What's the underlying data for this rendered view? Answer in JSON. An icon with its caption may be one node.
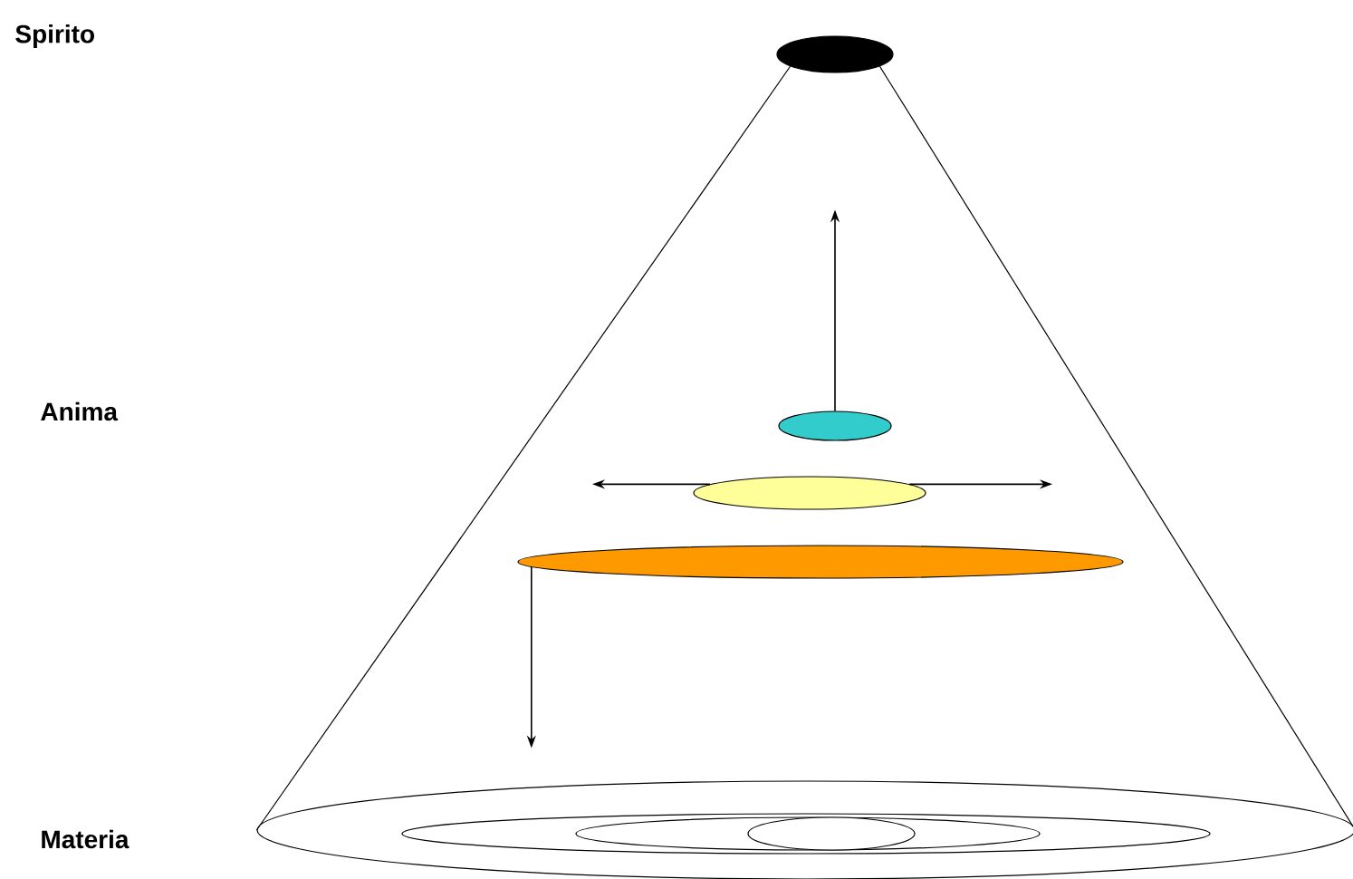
{
  "diagram": {
    "nodes": [
      {
        "text": [],
        "shape": "ellipse"
      },
      {
        "text": [],
        "shape": "ellipse"
      },
      {
        "text": [],
        "shape": "ellipse"
      },
      {
        "text": [],
        "shape": "ellipse"
      },
      {
        "text": [],
        "shape": "ellipse"
      },
      {
        "text": [],
        "shape": "ellipse",
        "in": 4
      },
      {
        "text": [],
        "shape": "ellipse",
        "in": 5
      },
      {
        "text": [],
        "shape": "ellipse",
        "in": 6
      }
    ],
    "edges": [
      {
        "from": 1,
        "to": null,
        "arrow": "to"
      },
      {
        "from": 2,
        "to": null,
        "arrow": "to"
      },
      {
        "from": 2,
        "to": null,
        "arrow": "to"
      },
      {
        "from": 3,
        "to": null,
        "arrow": "to"
      },
      {
        "from": 0,
        "to": 4,
        "arrow": "none"
      },
      {
        "from": 0,
        "to": 4,
        "arrow": "none"
      }
    ],
    "labels": [
      "Spirito",
      "Anima",
      "Materia"
    ]
  }
}
